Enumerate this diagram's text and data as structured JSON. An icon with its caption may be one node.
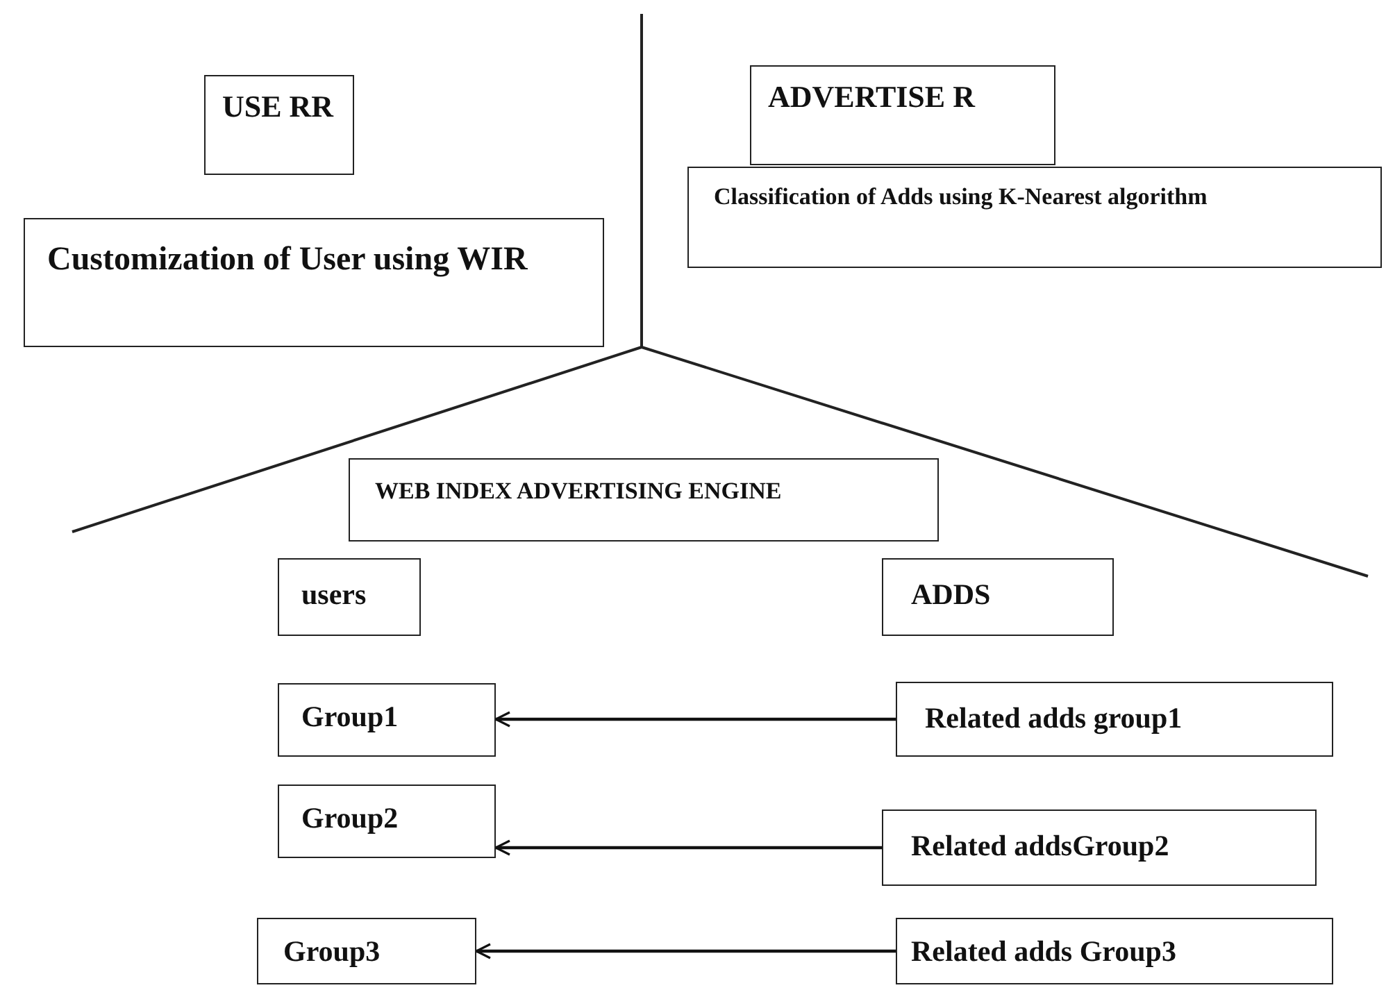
{
  "diagram": {
    "nodes": [
      {
        "text": [
          "USE RR"
        ]
      },
      {
        "text": [
          "Customization of User using WIR"
        ]
      },
      {
        "text": [
          "ADVERTISE R"
        ]
      },
      {
        "text": [
          "Classification of Adds using K-Nearest algorithm"
        ]
      },
      {
        "text": [
          "WEB INDEX ADVERTISING ENGINE"
        ]
      },
      {
        "text": [
          "users"
        ]
      },
      {
        "text": [
          "ADDS"
        ]
      },
      {
        "text": [
          "Group1"
        ]
      },
      {
        "text": [
          "Related adds group1"
        ]
      },
      {
        "text": [
          "Group2"
        ]
      },
      {
        "text": [
          "Related addsGroup2"
        ]
      },
      {
        "text": [
          "Group3"
        ]
      },
      {
        "text": [
          "Related adds Group3"
        ]
      }
    ],
    "edges": [
      {
        "from": 8,
        "to": 7,
        "arrow": "to"
      },
      {
        "from": 10,
        "to": 9,
        "arrow": "to"
      },
      {
        "from": 12,
        "to": 11,
        "arrow": "to"
      }
    ]
  }
}
